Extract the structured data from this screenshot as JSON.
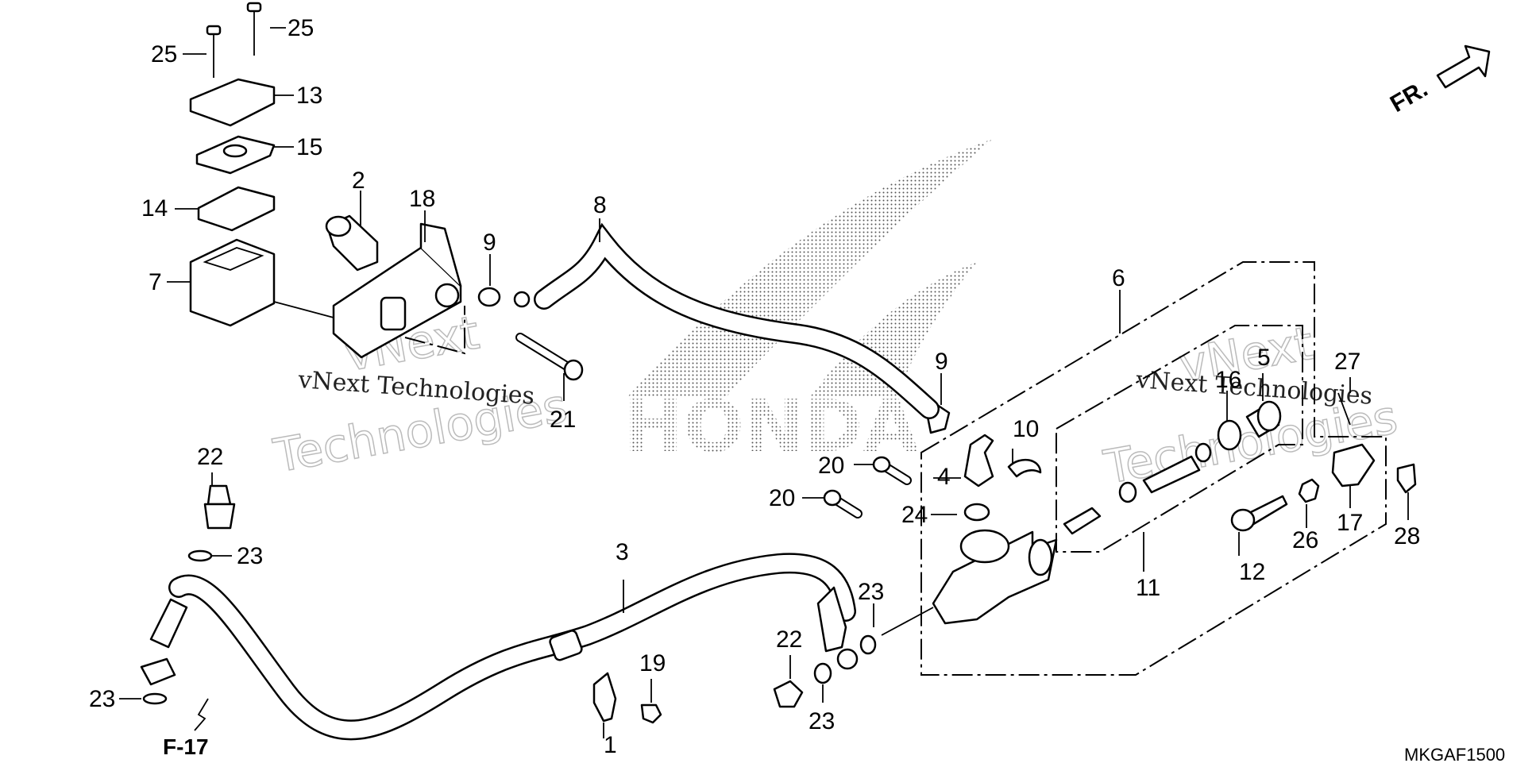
{
  "diagram": {
    "part_numbers": {
      "p1": "1",
      "p2": "2",
      "p3": "3",
      "p4": "4",
      "p5": "5",
      "p6": "6",
      "p7": "7",
      "p8": "8",
      "p9a": "9",
      "p9b": "9",
      "p10": "10",
      "p11": "11",
      "p12": "12",
      "p13": "13",
      "p14": "14",
      "p15": "15",
      "p16": "16",
      "p17": "17",
      "p18": "18",
      "p19": "19",
      "p20a": "20",
      "p20b": "20",
      "p21": "21",
      "p22a": "22",
      "p22b": "22",
      "p23a": "23",
      "p23b": "23",
      "p23c": "23",
      "p23d": "23",
      "p24": "24",
      "p25a": "25",
      "p25b": "25",
      "p26": "26",
      "p27": "27",
      "p28": "28"
    },
    "reference_label": "F-17",
    "front_indicator": "FR.",
    "diagram_code": "MKGAF1500",
    "brand_watermark": "HONDA",
    "watermarks": {
      "line_a": "vNext Technologies",
      "line_b": "vNext Technologies",
      "big_a_top": "vNext",
      "big_a_bottom": "Technologies",
      "big_b_top": "vNext",
      "big_b_bottom": "Technologies"
    }
  }
}
